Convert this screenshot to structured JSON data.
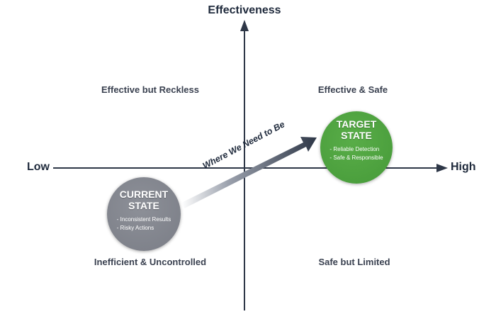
{
  "axes": {
    "y_title": "Effectiveness",
    "x_low": "Low",
    "x_high": "High"
  },
  "quadrants": {
    "top_left": "Effective but Reckless",
    "top_right": "Effective & Safe",
    "bottom_left": "Inefficient & Uncontrolled",
    "bottom_right": "Safe but Limited"
  },
  "current_state": {
    "title_line1": "CURRENT",
    "title_line2": "STATE",
    "items": [
      "Inconsistent Results",
      "Risky Actions"
    ],
    "color": "#7f828b"
  },
  "target_state": {
    "title_line1": "TARGET",
    "title_line2": "STATE",
    "items": [
      "Reliable Detection",
      "Safe & Responsible"
    ],
    "color": "#4fa640"
  },
  "transition_arrow": {
    "label": "Where We Need to Be",
    "color": "#2e3747"
  },
  "colors": {
    "axis": "#2e3747"
  }
}
